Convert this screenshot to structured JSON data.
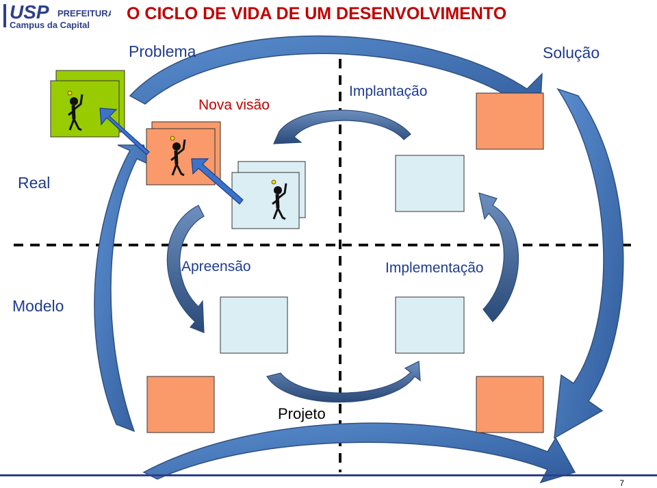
{
  "logo": {
    "brand": "USP",
    "line1": "PREFEITURA",
    "line2": "Campus da Capital"
  },
  "title": "O CICLO DE VIDA DE UM DESENVOLVIMENTO",
  "labels": {
    "problema": "Problema",
    "solucao": "Solução",
    "real": "Real",
    "modelo": "Modelo",
    "nova_visao": "Nova visão",
    "implantacao": "Implantação",
    "apreensao": "Apreensão",
    "implementacao": "Implementação",
    "projeto": "Projeto"
  },
  "page_number": "7",
  "colors": {
    "title_red": "#c00000",
    "label_blue": "#1f3b8f",
    "arrow_blue": "#4f81bd",
    "arrow_dark": "#2f4f7f",
    "box_orange": "#fa9a6a",
    "box_light_blue": "#dbeef4",
    "box_green": "#99cc00",
    "footer_line": "#2e3f8a"
  }
}
